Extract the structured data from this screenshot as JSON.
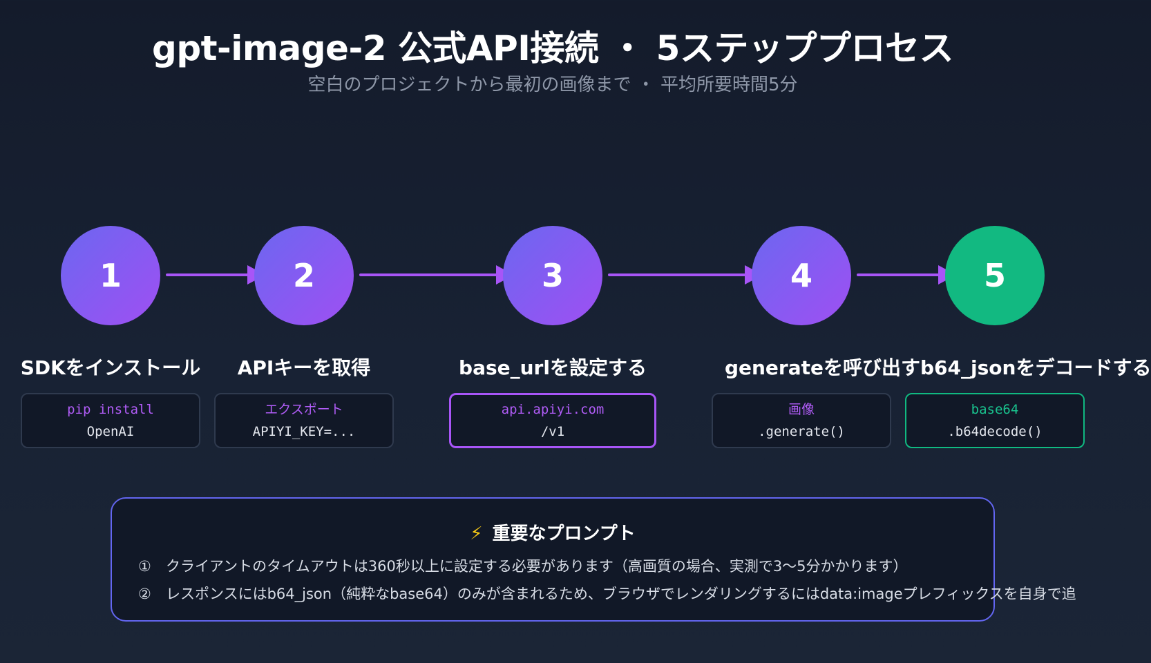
{
  "header": {
    "title": "gpt-image-2 公式API接続 ・ 5ステッププロセス",
    "subtitle": "空白のプロジェクトから最初の画像まで ・ 平均所要時間5分"
  },
  "steps": [
    {
      "number": "1",
      "title": "SDKをインストール",
      "code_line1": "pip install",
      "code_line2": "OpenAI"
    },
    {
      "number": "2",
      "title": "APIキーを取得",
      "code_line1": "エクスポート",
      "code_line2": "APIYI_KEY=..."
    },
    {
      "number": "3",
      "title": "base_urlを設定する",
      "code_line1": "api.apiyi.com",
      "code_line2": "/v1"
    },
    {
      "number": "4",
      "title": "generateを呼び出す",
      "code_line1": "画像",
      "code_line2": ".generate()"
    },
    {
      "number": "5",
      "title": "b64_jsonをデコードする",
      "code_line1": "base64",
      "code_line2": ".b64decode()"
    }
  ],
  "notes": {
    "icon": "lightning-icon",
    "icon_glyph": "⚡",
    "title": "重要なプロンプト",
    "items": [
      {
        "num": "①",
        "text": "クライアントのタイムアウトは360秒以上に設定する必要があります（高画質の場合、実測で3〜5分かかります）"
      },
      {
        "num": "②",
        "text": "レスポンスにはb64_json（純粋なbase64）のみが含まれるため、ブラウザでレンダリングするにはdata:imageプレフィックスを自身で追"
      }
    ]
  },
  "colors": {
    "accent_purple": "#a855f7",
    "accent_indigo": "#6366f1",
    "success_green": "#10b981",
    "background": "#182234"
  }
}
